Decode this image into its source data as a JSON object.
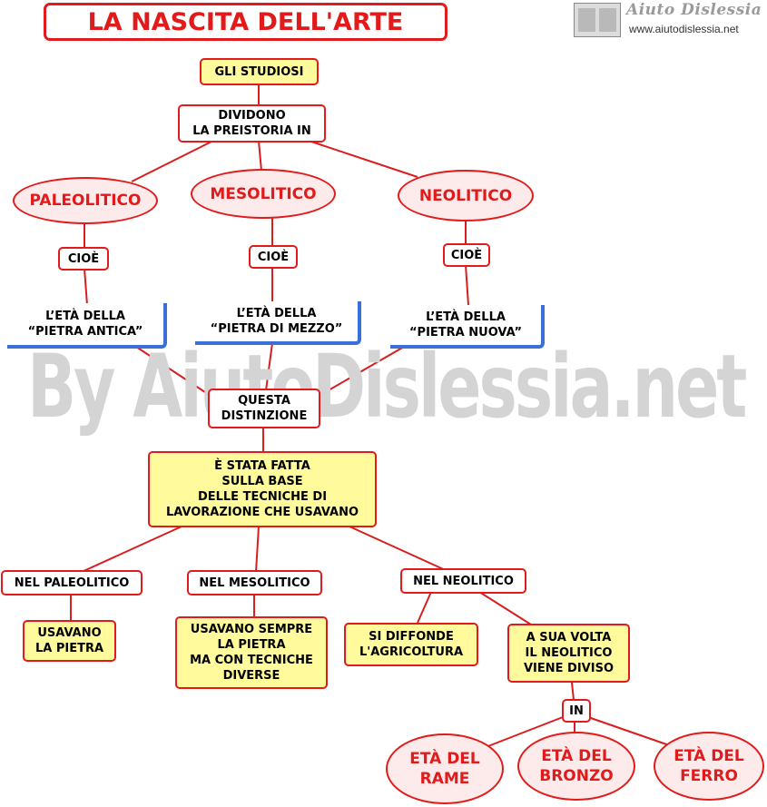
{
  "header": {
    "title": "LA NASCITA DELL'ARTE",
    "logo_name": "Aiuto Dislessia",
    "logo_url": "www.aiutodislessia.net"
  },
  "watermark": "By AiutoDislessia.net",
  "colors": {
    "border_red": "#e11b1b",
    "yellow_fill": "#fffa9b",
    "oval_fill": "#fdeaea",
    "blue_edge": "#3a6fd8",
    "watermark_gray": "#d4d4d4"
  },
  "nodes": {
    "gli_studiosi": "GLI STUDIOSI",
    "dividono": "DIVIDONO\nLA PREISTORIA IN",
    "paleolitico": "PALEOLITICO",
    "mesolitico": "MESOLITICO",
    "neolitico": "NEOLITICO",
    "cioe_1": "CIOÈ",
    "cioe_2": "CIOÈ",
    "cioe_3": "CIOÈ",
    "pietra_antica": "L’ETÀ  DELLA\n“PIETRA  ANTICA”",
    "pietra_mezzo": "L’ETÀ DELLA\n“PIETRA DI MEZZO”",
    "pietra_nuova": "L’ETÀ DELLA\n“PIETRA NUOVA”",
    "questa_distinzione": "QUESTA\nDISTINZIONE",
    "stata_fatta": "È STATA FATTA\nSULLA BASE\nDELLE TECNICHE DI\nLAVORAZIONE CHE USAVANO",
    "nel_paleolitico": "NEL PALEOLITICO",
    "nel_mesolitico": "NEL MESOLITICO",
    "nel_neolitico": "NEL NEOLITICO",
    "usavano_pietra": "USAVANO\nLA PIETRA",
    "usavano_sempre": "USAVANO SEMPRE\nLA PIETRA\nMA CON TECNICHE\nDIVERSE",
    "agricoltura": "SI DIFFONDE\nL'AGRICOLTURA",
    "a_sua_volta": "A SUA VOLTA\nIL NEOLITICO\nVIENE DIVISO",
    "in": "IN",
    "rame": "ETÀ DEL\nRAME",
    "bronzo": "ETÀ DEL\nBRONZO",
    "ferro": "ETÀ DEL\nFERRO"
  }
}
